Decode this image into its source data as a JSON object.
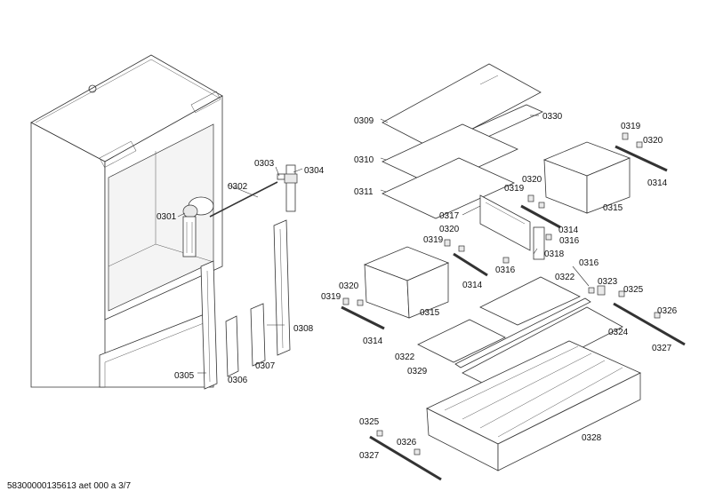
{
  "labels": {
    "p0301": "0301",
    "p0302": "0302",
    "p0303": "0303",
    "p0304": "0304",
    "p0305": "0305",
    "p0306": "0306",
    "p0307": "0307",
    "p0308": "0308",
    "p0309": "0309",
    "p0310": "0310",
    "p0311": "0311",
    "p0330": "0330",
    "p0317": "0317",
    "p0319a": "0319",
    "p0320a": "0320",
    "p0314a": "0314",
    "p0315a": "0315",
    "p0319b": "0319",
    "p0320b": "0320",
    "p0316a": "0316",
    "p0314b": "0314",
    "p0318": "0318",
    "p0319c": "0319",
    "p0320c": "0320",
    "p0316b": "0316",
    "p0314c": "0314",
    "p0320d": "0320",
    "p0319d": "0319",
    "p0315b": "0315",
    "p0314d": "0314",
    "p0322a": "0322",
    "p0316c": "0316",
    "p0323": "0323",
    "p0325a": "0325",
    "p0326a": "0326",
    "p0324": "0324",
    "p0327a": "0327",
    "p0322b": "0322",
    "p0329": "0329",
    "p0328": "0328",
    "p0325b": "0325",
    "p0326b": "0326",
    "p0327b": "0327"
  },
  "footer": "58300000135613 aet 000 a 3/7"
}
